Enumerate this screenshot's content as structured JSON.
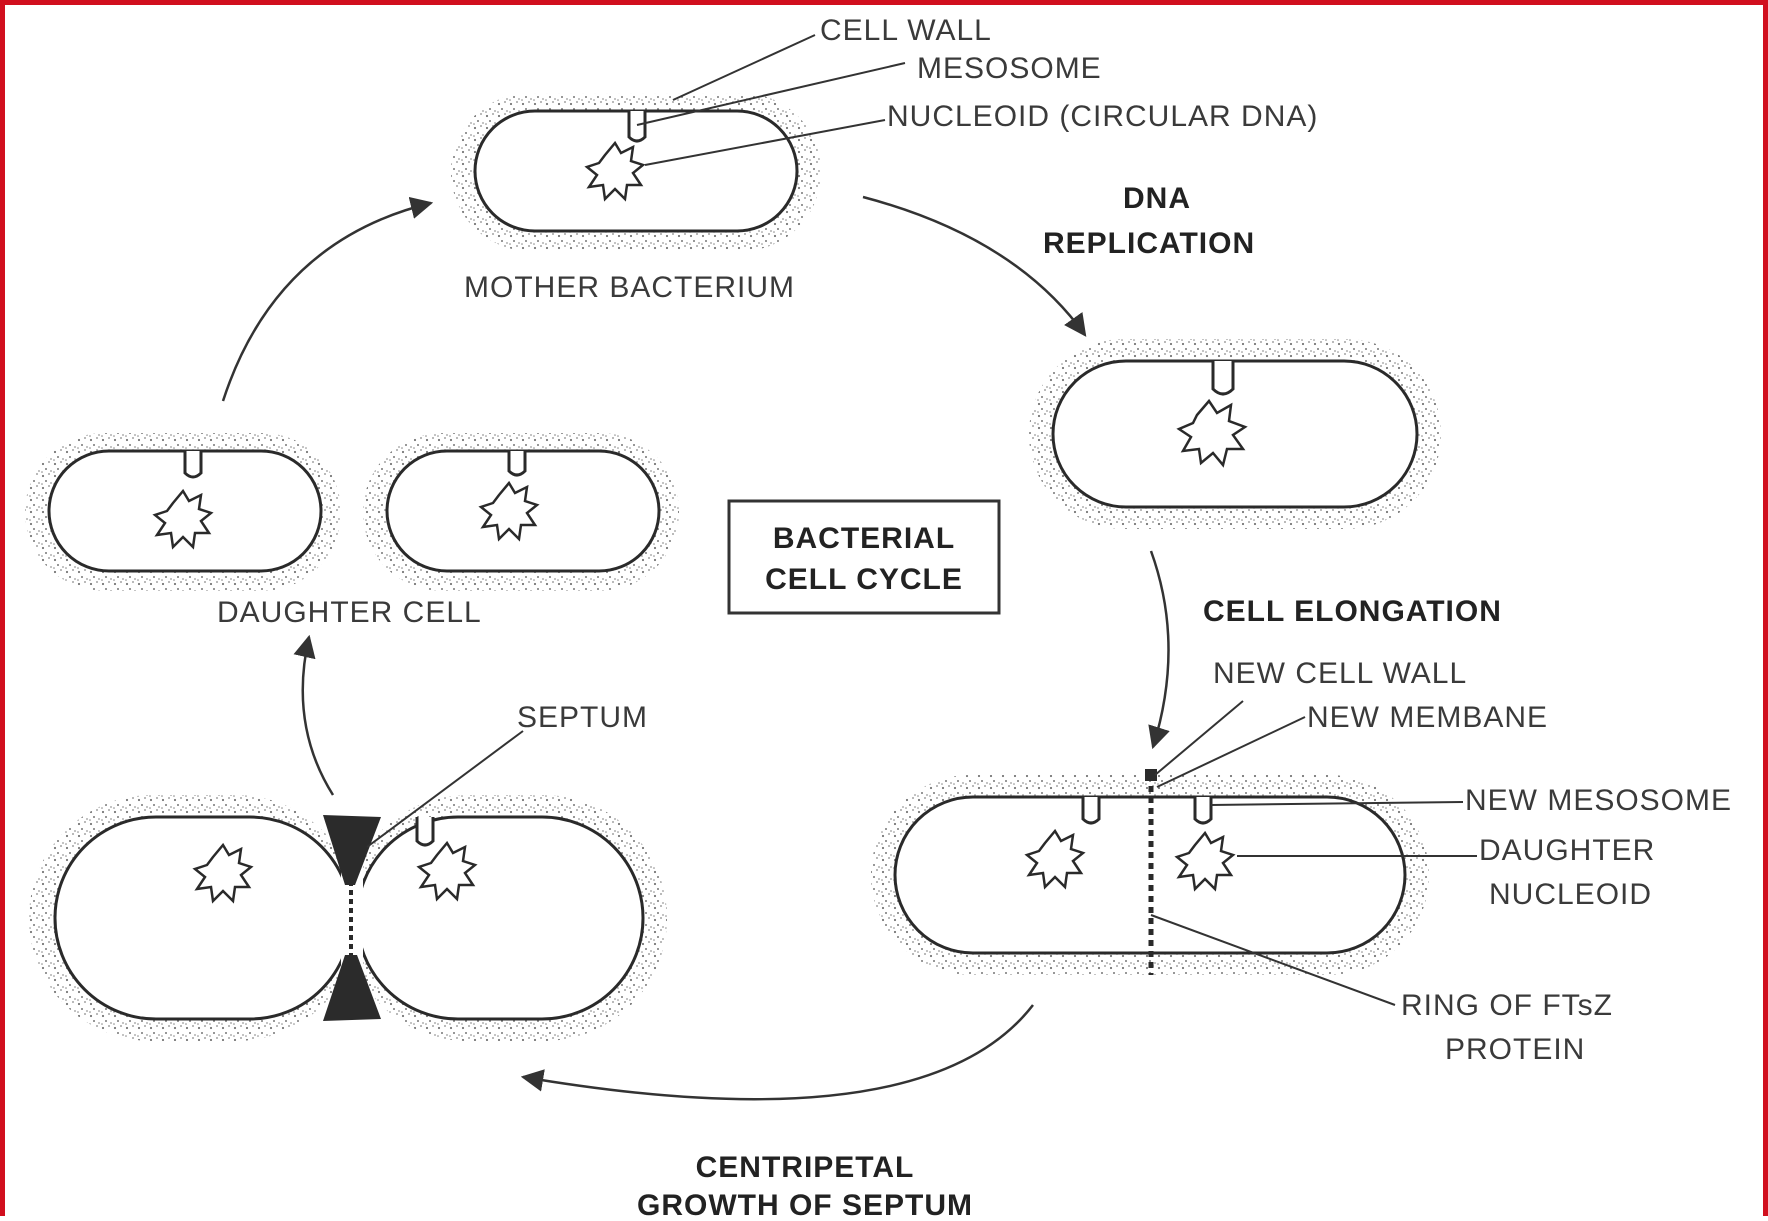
{
  "title_box": {
    "line1": "BACTERIAL",
    "line2": "CELL CYCLE"
  },
  "labels": {
    "cell_wall": "CELL WALL",
    "mesosome": "MESOSOME",
    "nucleoid": "NUCLEOID (CIRCULAR DNA)",
    "mother": "MOTHER BACTERIUM",
    "dna_line1": "DNA",
    "dna_line2": "REPLICATION",
    "elongation": "CELL ELONGATION",
    "new_cell_wall": "NEW CELL WALL",
    "new_membrane": "NEW MEMBANE",
    "new_mesosome": "NEW MESOSOME",
    "daughter_nucleoid_line1": "DAUGHTER",
    "daughter_nucleoid_line2": "NUCLEOID",
    "ring_line1": "RING OF FTsZ",
    "ring_line2": "PROTEIN",
    "septum": "SEPTUM",
    "centripetal_line1": "CENTRIPETAL",
    "centripetal_line2": "GROWTH OF SEPTUM",
    "daughter_cell": "DAUGHTER CELL"
  },
  "colors": {
    "frame": "#d10f1e",
    "ink": "#2a2a2a"
  }
}
